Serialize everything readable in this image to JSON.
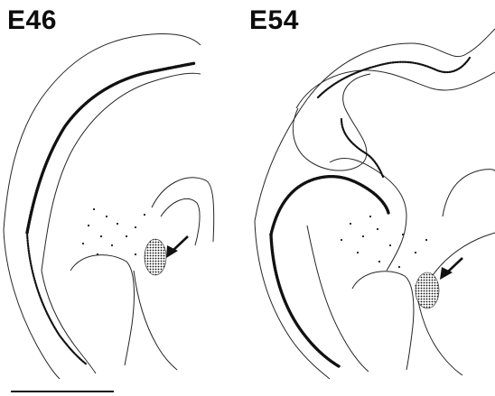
{
  "panels": {
    "left": {
      "label": "E46"
    },
    "right": {
      "label": "E54"
    }
  },
  "colors": {
    "ink": "#1a1a1a",
    "background": "#ffffff"
  },
  "annotations": [
    "arrow-left-panel",
    "arrow-right-panel",
    "scale-bar"
  ]
}
